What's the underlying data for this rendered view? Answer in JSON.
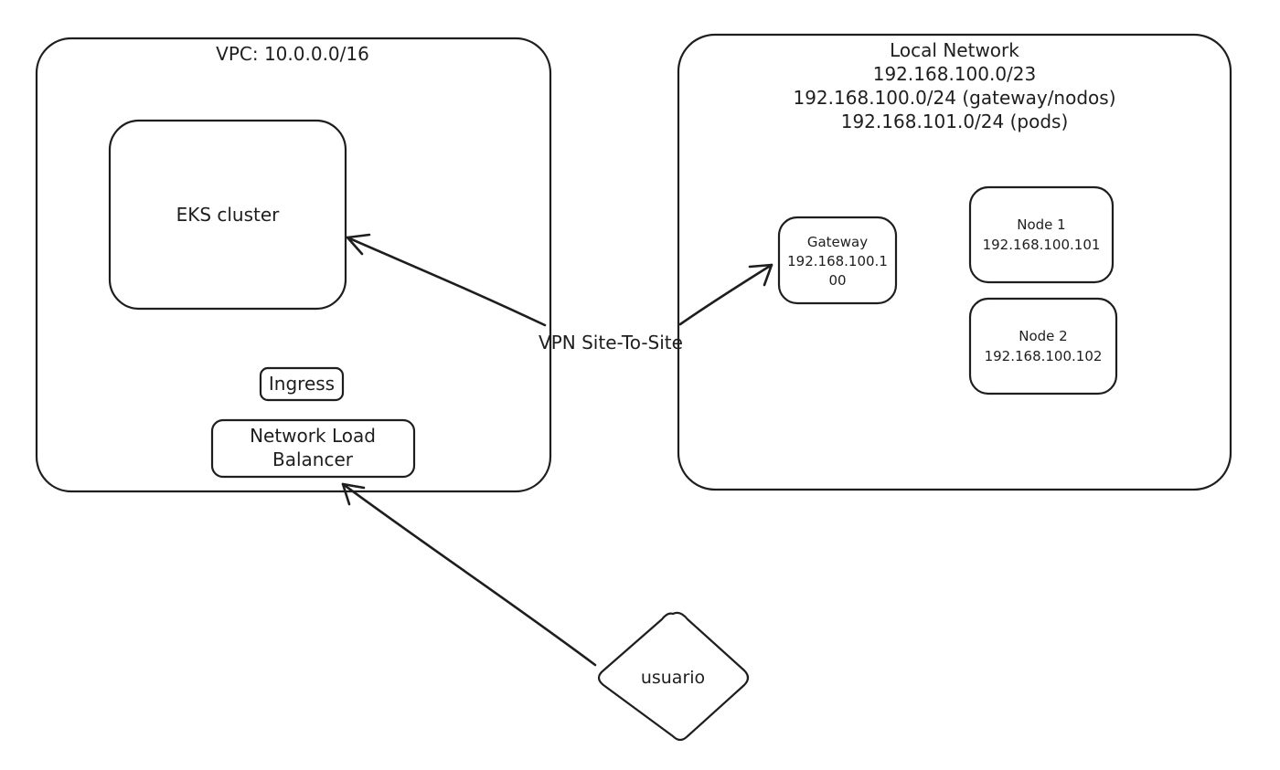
{
  "vpc": {
    "title": "VPC: 10.0.0.0/16",
    "eks_cluster": "EKS cluster",
    "ingress": "Ingress",
    "nlb": {
      "line1": "Network Load",
      "line2": "Balancer"
    }
  },
  "local_network": {
    "title": "Local Network",
    "cidr": "192.168.100.0/23",
    "subnet_gateway": "192.168.100.0/24 (gateway/nodos)",
    "subnet_pods": "192.168.101.0/24 (pods)",
    "gateway": {
      "name": "Gateway",
      "ip_line1": "192.168.100.1",
      "ip_line2": "00"
    },
    "node1": {
      "name": "Node 1",
      "ip": "192.168.100.101"
    },
    "node2": {
      "name": "Node 2",
      "ip": "192.168.100.102"
    }
  },
  "connections": {
    "vpn_label": "VPN Site-To-Site"
  },
  "user": {
    "label": "usuario"
  }
}
